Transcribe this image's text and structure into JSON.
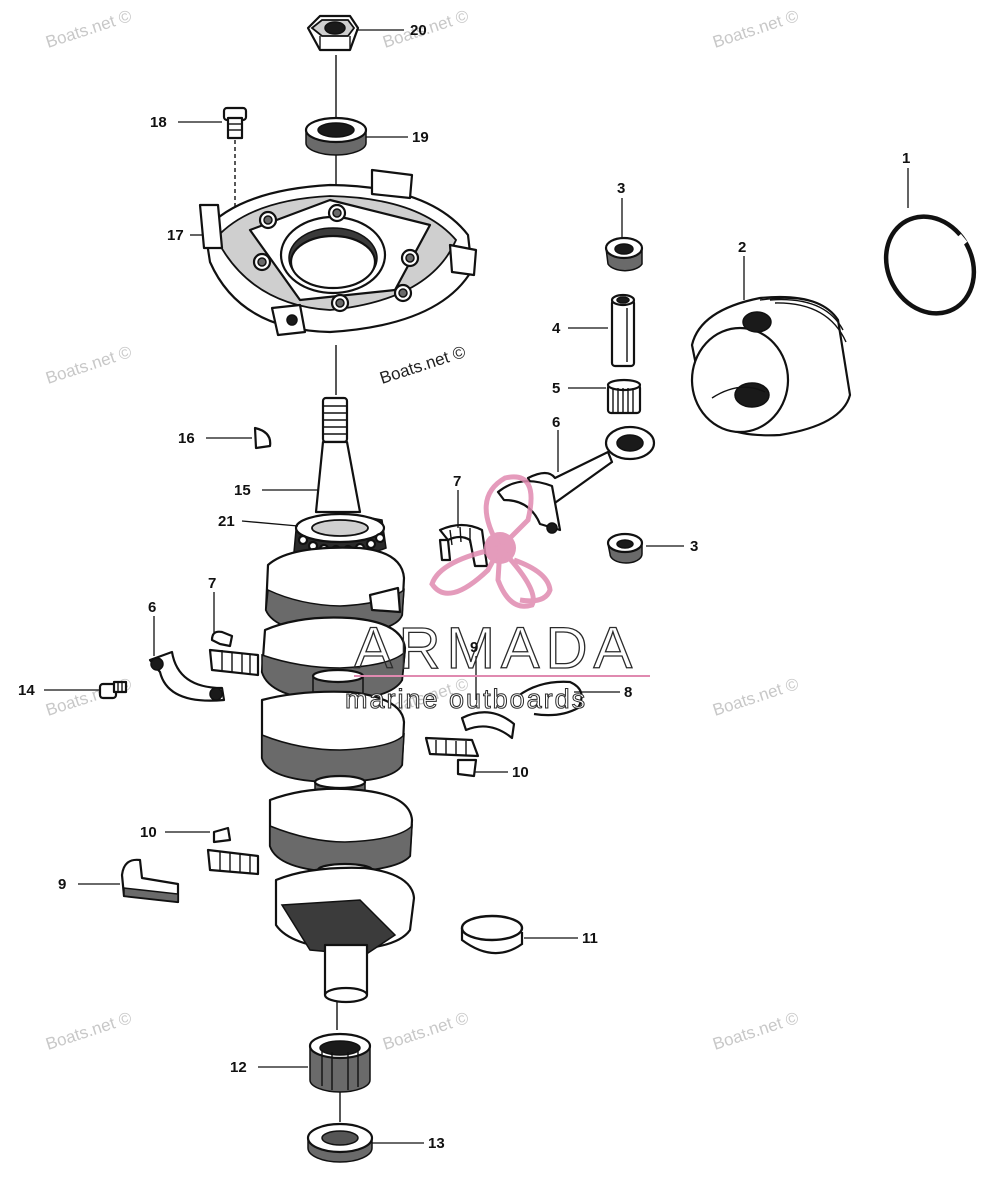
{
  "watermark": {
    "text": "Boats.net ©"
  },
  "logo": {
    "name": "ARMADA",
    "tagline": "marine outboards",
    "accent_color": "#e08ab0"
  },
  "callouts": [
    {
      "id": "c20",
      "label": "20"
    },
    {
      "id": "c19",
      "label": "19"
    },
    {
      "id": "c18",
      "label": "18"
    },
    {
      "id": "c17",
      "label": "17"
    },
    {
      "id": "c1",
      "label": "1"
    },
    {
      "id": "c2",
      "label": "2"
    },
    {
      "id": "c3a",
      "label": "3"
    },
    {
      "id": "c4",
      "label": "4"
    },
    {
      "id": "c5",
      "label": "5"
    },
    {
      "id": "c6a",
      "label": "6"
    },
    {
      "id": "c16",
      "label": "16"
    },
    {
      "id": "c15",
      "label": "15"
    },
    {
      "id": "c21",
      "label": "21"
    },
    {
      "id": "c7a",
      "label": "7"
    },
    {
      "id": "c3b",
      "label": "3"
    },
    {
      "id": "c7b",
      "label": "7"
    },
    {
      "id": "c6b",
      "label": "6"
    },
    {
      "id": "c14",
      "label": "14"
    },
    {
      "id": "c9a",
      "label": "9"
    },
    {
      "id": "c8",
      "label": "8"
    },
    {
      "id": "c10a",
      "label": "10"
    },
    {
      "id": "c10b",
      "label": "10"
    },
    {
      "id": "c9b",
      "label": "9"
    },
    {
      "id": "c11",
      "label": "11"
    },
    {
      "id": "c12",
      "label": "12"
    },
    {
      "id": "c13",
      "label": "13"
    }
  ]
}
